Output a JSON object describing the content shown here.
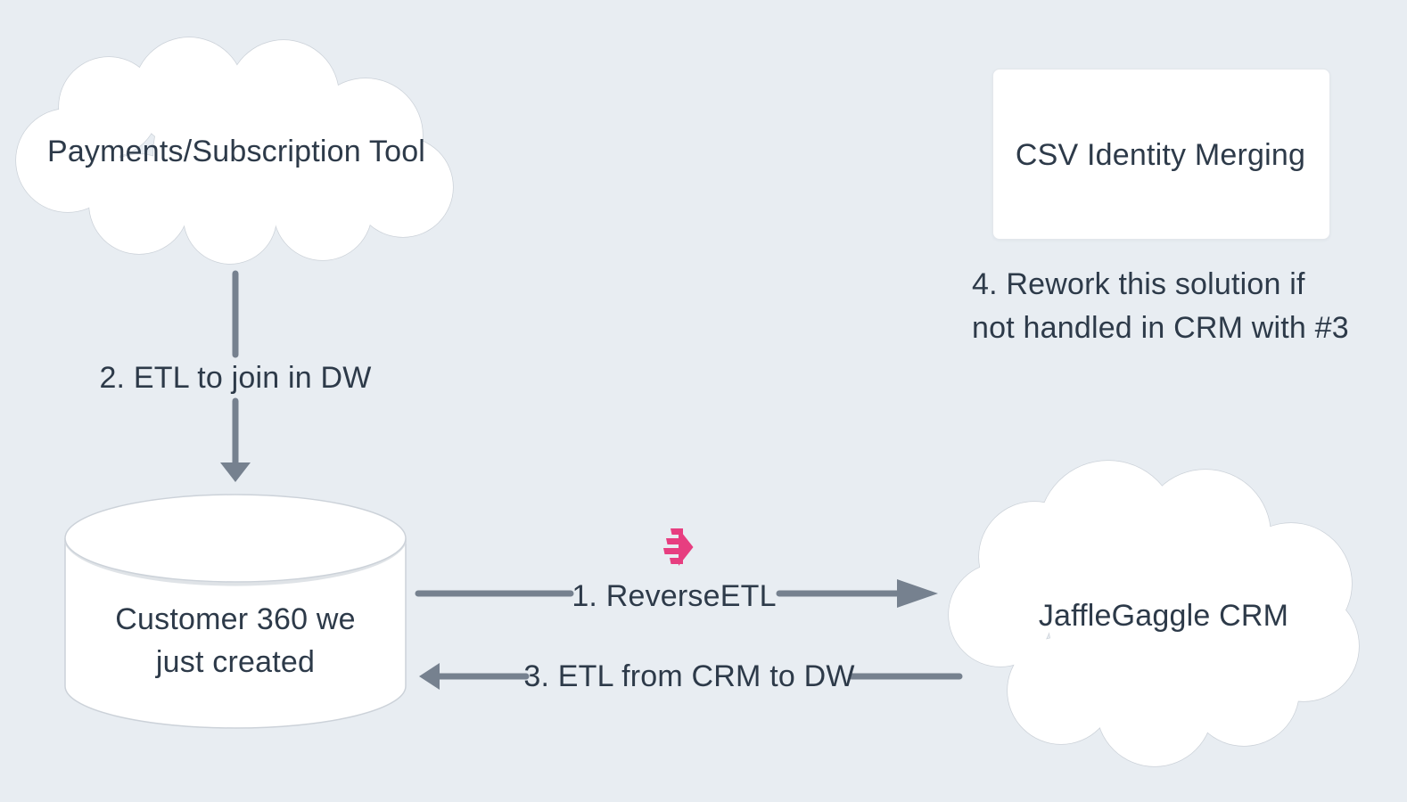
{
  "colors": {
    "background": "#e8edf2",
    "shape_fill": "#ffffff",
    "shape_outline": "#ccd2d9",
    "arrow": "#76818f",
    "text": "#2d3a49",
    "accent_pink": "#e73e80"
  },
  "nodes": {
    "payments_cloud": {
      "shape": "cloud",
      "label": "Payments/Subscription Tool"
    },
    "csv_box": {
      "shape": "rectangle",
      "label": "CSV Identity Merging"
    },
    "customer360_db": {
      "shape": "cylinder",
      "label_line1": "Customer 360 we",
      "label_line2": "just created"
    },
    "crm_cloud": {
      "shape": "cloud",
      "label": "JaffleGaggle CRM"
    }
  },
  "edges": {
    "etl_join_dw": {
      "direction": "down",
      "label": "2. ETL to join in DW"
    },
    "reverse_etl": {
      "direction": "right",
      "label": "1. ReverseETL",
      "icon": "hightouch-arrow-icon"
    },
    "etl_from_crm": {
      "direction": "left",
      "label": "3. ETL from CRM to DW"
    }
  },
  "notes": {
    "note4_line1": "4. Rework this solution if",
    "note4_line2": "not handled in CRM with #3"
  }
}
